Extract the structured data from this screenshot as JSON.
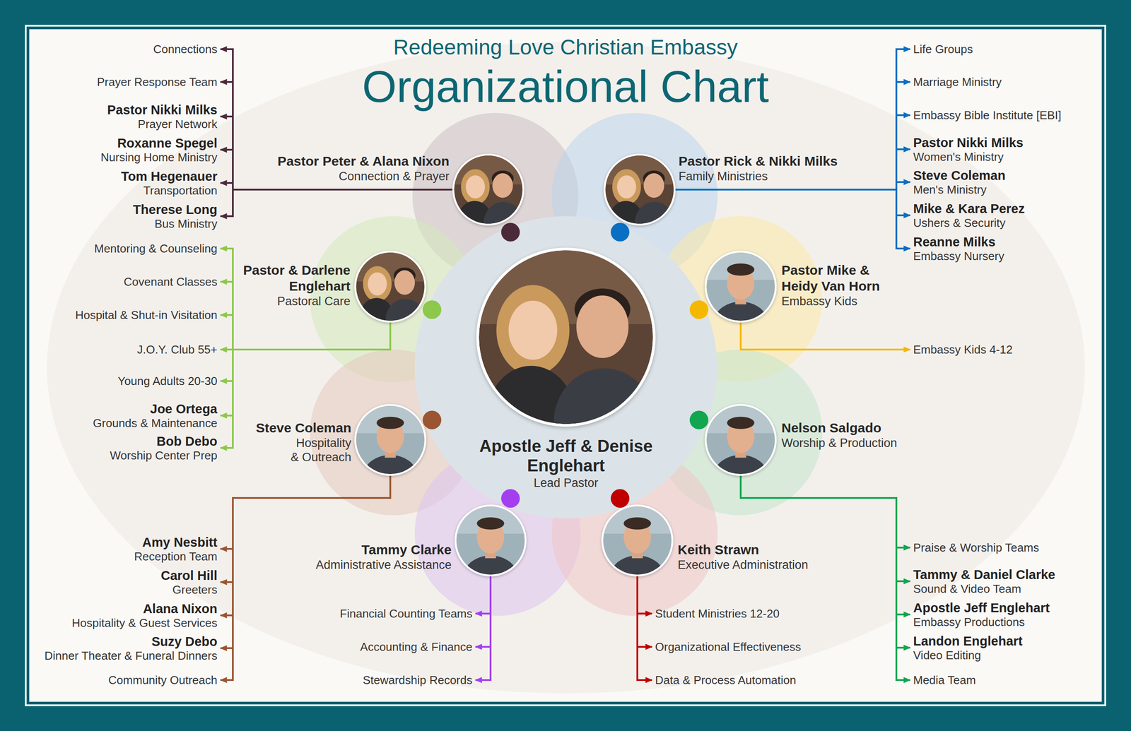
{
  "diagram": {
    "title": "Organizational Chart",
    "nodes": [
      {
        "text": [
          "Apostle Jeff & Denise Englehart",
          "Lead Pastor"
        ]
      },
      {
        "text": [
          "Pastor Peter & Alana Nixon",
          "Connection & Prayer"
        ]
      },
      {
        "text": [
          "Pastor Rick & Nikki Milks",
          "Family Ministries"
        ]
      },
      {
        "text": [
          "Pastor & Darlene Englehart",
          "Pastoral Care"
        ]
      },
      {
        "text": [
          "Pastor Mike & Heidy Van Horn",
          "Embassy Kids"
        ]
      },
      {
        "text": [
          "Steve Coleman",
          "Hospitality & Outreach"
        ]
      },
      {
        "text": [
          "Nelson Salgado",
          "Worship & Production"
        ]
      },
      {
        "text": [
          "Tammy Clarke",
          "Administrative Assistance"
        ]
      },
      {
        "text": [
          "Keith Strawn",
          "Executive Administration"
        ]
      },
      {
        "text": [
          "Connections"
        ]
      },
      {
        "text": [
          "Prayer Response Team"
        ]
      },
      {
        "text": [
          "Pastor Nikki Milks",
          "Prayer Network"
        ]
      },
      {
        "text": [
          "Roxanne Spegel",
          "Nursing Home Ministry"
        ]
      },
      {
        "text": [
          "Tom Hegenauer",
          "Transportation"
        ]
      },
      {
        "text": [
          "Therese Long",
          "Bus Ministry"
        ]
      },
      {
        "text": [
          "Life Groups"
        ]
      },
      {
        "text": [
          "Marriage Ministry"
        ]
      },
      {
        "text": [
          "Embassy Bible Institute [EBI]"
        ]
      },
      {
        "text": [
          "Pastor Nikki Milks",
          "Women's Ministry"
        ]
      },
      {
        "text": [
          "Steve Coleman",
          "Men's Ministry"
        ]
      },
      {
        "text": [
          "Mike & Kara Perez",
          "Ushers & Security"
        ]
      },
      {
        "text": [
          "Reanne Milks",
          "Embassy Nursery"
        ]
      },
      {
        "text": [
          "Mentoring & Counseling"
        ]
      },
      {
        "text": [
          "Covenant Classes"
        ]
      },
      {
        "text": [
          "Hospital & Shut-in Visitation"
        ]
      },
      {
        "text": [
          "J.O.Y. Club 55+"
        ]
      },
      {
        "text": [
          "Young Adults 20-30"
        ]
      },
      {
        "text": [
          "Joe Ortega",
          "Grounds & Maintenance"
        ]
      },
      {
        "text": [
          "Bob Debo",
          "Worship Center Prep"
        ]
      },
      {
        "text": [
          "Embassy Kids 4-12"
        ]
      },
      {
        "text": [
          "Amy Nesbitt",
          "Reception Team"
        ]
      },
      {
        "text": [
          "Carol Hill",
          "Greeters"
        ]
      },
      {
        "text": [
          "Alana Nixon",
          "Hospitality & Guest Services"
        ]
      },
      {
        "text": [
          "Suzy Debo",
          "Dinner Theater & Funeral Dinners"
        ]
      },
      {
        "text": [
          "Community Outreach"
        ]
      },
      {
        "text": [
          "Praise & Worship Teams"
        ]
      },
      {
        "text": [
          "Tammy & Daniel Clarke",
          "Sound & Video Team"
        ]
      },
      {
        "text": [
          "Apostle Jeff Englehart",
          "Embassy Productions"
        ]
      },
      {
        "text": [
          "Landon Englehart",
          "Video Editing"
        ]
      },
      {
        "text": [
          "Media Team"
        ]
      },
      {
        "text": [
          "Financial Counting Teams"
        ]
      },
      {
        "text": [
          "Accounting & Finance"
        ]
      },
      {
        "text": [
          "Stewardship Records"
        ]
      },
      {
        "text": [
          "Student Ministries 12-20"
        ]
      },
      {
        "text": [
          "Organizational Effectiveness"
        ]
      },
      {
        "text": [
          "Data & Process Automation"
        ]
      }
    ],
    "edges": [
      {
        "from": 1,
        "to": 9,
        "arrow": "to"
      },
      {
        "from": 1,
        "to": 10,
        "arrow": "to"
      },
      {
        "from": 1,
        "to": 11,
        "arrow": "to"
      },
      {
        "from": 1,
        "to": 12,
        "arrow": "to"
      },
      {
        "from": 1,
        "to": 13,
        "arrow": "to"
      },
      {
        "from": 1,
        "to": 14,
        "arrow": "to"
      },
      {
        "from": 2,
        "to": 15,
        "arrow": "to"
      },
      {
        "from": 2,
        "to": 16,
        "arrow": "to"
      },
      {
        "from": 2,
        "to": 17,
        "arrow": "to"
      },
      {
        "from": 2,
        "to": 18,
        "arrow": "to"
      },
      {
        "from": 2,
        "to": 19,
        "arrow": "to"
      },
      {
        "from": 2,
        "to": 20,
        "arrow": "to"
      },
      {
        "from": 2,
        "to": 21,
        "arrow": "to"
      },
      {
        "from": 3,
        "to": 22,
        "arrow": "to"
      },
      {
        "from": 3,
        "to": 23,
        "arrow": "to"
      },
      {
        "from": 3,
        "to": 24,
        "arrow": "to"
      },
      {
        "from": 3,
        "to": 25,
        "arrow": "to"
      },
      {
        "from": 3,
        "to": 26,
        "arrow": "to"
      },
      {
        "from": 3,
        "to": 27,
        "arrow": "to"
      },
      {
        "from": 3,
        "to": 28,
        "arrow": "to"
      },
      {
        "from": 4,
        "to": 29,
        "arrow": "to"
      },
      {
        "from": 5,
        "to": 30,
        "arrow": "to"
      },
      {
        "from": 5,
        "to": 31,
        "arrow": "to"
      },
      {
        "from": 5,
        "to": 32,
        "arrow": "to"
      },
      {
        "from": 5,
        "to": 33,
        "arrow": "to"
      },
      {
        "from": 5,
        "to": 34,
        "arrow": "to"
      },
      {
        "from": 6,
        "to": 35,
        "arrow": "to"
      },
      {
        "from": 6,
        "to": 36,
        "arrow": "to"
      },
      {
        "from": 6,
        "to": 37,
        "arrow": "to"
      },
      {
        "from": 6,
        "to": 38,
        "arrow": "to"
      },
      {
        "from": 6,
        "to": 39,
        "arrow": "to"
      },
      {
        "from": 7,
        "to": 40,
        "arrow": "to"
      },
      {
        "from": 7,
        "to": 41,
        "arrow": "to"
      },
      {
        "from": 7,
        "to": 42,
        "arrow": "to"
      },
      {
        "from": 8,
        "to": 43,
        "arrow": "to"
      },
      {
        "from": 8,
        "to": 44,
        "arrow": "to"
      },
      {
        "from": 8,
        "to": 45,
        "arrow": "to"
      }
    ],
    "labels": [
      "Redeeming Love Christian Embassy"
    ]
  }
}
